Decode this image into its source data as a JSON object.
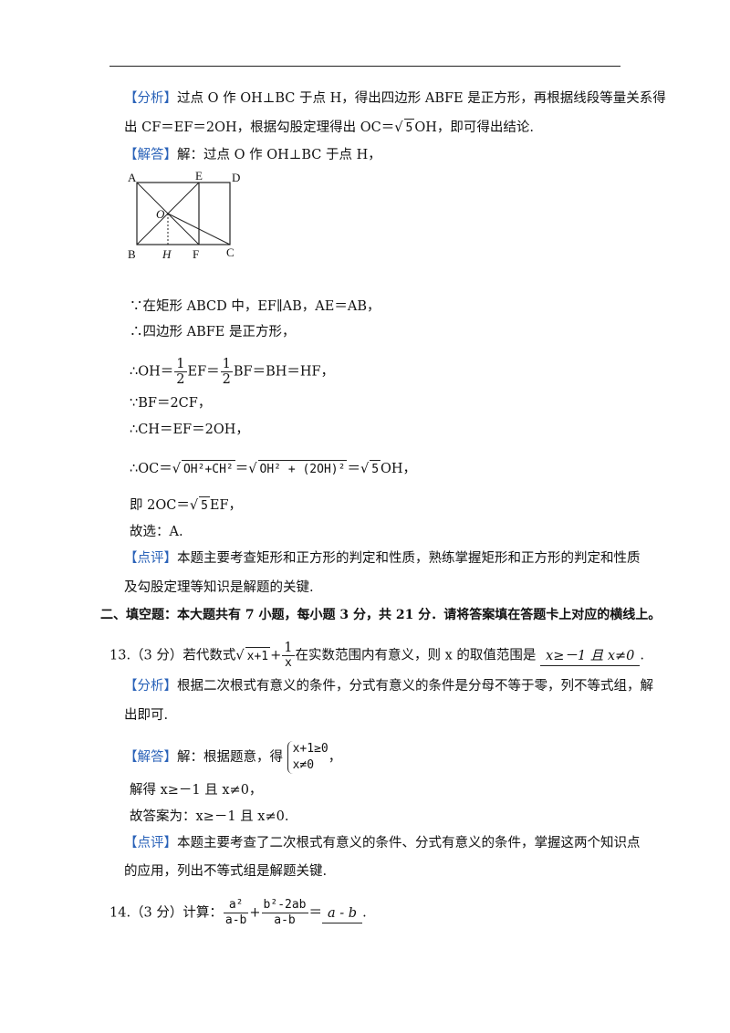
{
  "p12": {
    "analysis_tag": "【分析】",
    "analysis_l1": "过点 O 作 OH⊥BC 于点 H，得出四边形 ABFE 是正方形，再根据线段等量关系得",
    "analysis_l2a": "出 CF＝EF＝2OH，根据勾股定理得出 OC＝",
    "analysis_l2_rad": "5",
    "analysis_l2b": "OH，即可得出结论.",
    "solution_tag": "【解答】",
    "solution_l1": "解：过点 O 作 OH⊥BC 于点 H，",
    "figure_labels": {
      "A": "A",
      "E": "E",
      "D": "D",
      "O": "O",
      "B": "B",
      "H": "H",
      "F": "F",
      "C": "C"
    },
    "step1": "∵在矩形 ABCD 中，EF∥AB，AE＝AB，",
    "step2": "∴四边形 ABFE 是正方形，",
    "step3_pre": "∴OH＝",
    "half_num": "1",
    "half_den": "2",
    "step3_mid": "EF＝",
    "step3_post": "BF＝BH＝HF，",
    "step4": "∵BF＝2CF，",
    "step5": "∴CH＝EF＝2OH，",
    "step6_pre": "∴OC＝",
    "step6_rad1": "OH²+CH²",
    "step6_eq": "＝",
    "step6_rad2": "OH² + (2OH)²",
    "step6_eq2": "＝",
    "step6_rad3": "5",
    "step6_post": "OH，",
    "step7_pre": "即 2OC＝",
    "step7_rad": "5",
    "step7_post": "EF，",
    "choice": "故选：A.",
    "comment_tag": "【点评】",
    "comment_l1": "本题主要考查矩形和正方形的判定和性质，熟练掌握矩形和正方形的判定和性质",
    "comment_l2": "及勾股定理等知识是解题的关键."
  },
  "section2": {
    "heading": "二、填空题：本大题共有 7 小题，每小题 3 分，共 21 分．请将答案填在答题卡上对应的横线上。"
  },
  "q13": {
    "num": "13.（3 分）若代数式",
    "rad": "x+1",
    "plus": "+",
    "frac_num": "1",
    "frac_den": "x",
    "text": "在实数范围内有意义，则 x 的取值范围是",
    "answer": "x≥－1 且 x≠0",
    "end": ".",
    "analysis_tag": "【分析】",
    "analysis_l1": "根据二次根式有意义的条件，分式有意义的条件是分母不等于零，列不等式组，解",
    "analysis_l2": "出即可.",
    "solution_tag": "【解答】",
    "solution_l1": "解：根据题意，得",
    "sys1": "x+1≥0",
    "sys2": "x≠0",
    "sys_end": "，",
    "solved": "解得 x≥－1 且 x≠0，",
    "final": "故答案为：x≥－1 且 x≠0.",
    "comment_tag": "【点评】",
    "comment_l1": "本题主要考查了二次根式有意义的条件、分式有意义的条件，掌握这两个知识点",
    "comment_l2": "的应用，列出不等式组是解题关键."
  },
  "q14": {
    "num": "14.（3 分）计算：",
    "f1_num": "a²",
    "f1_den": "a-b",
    "plus": "+",
    "f2_num": "b²-2ab",
    "f2_den": "a-b",
    "eq": "＝",
    "answer": "a - b",
    "end": "."
  }
}
